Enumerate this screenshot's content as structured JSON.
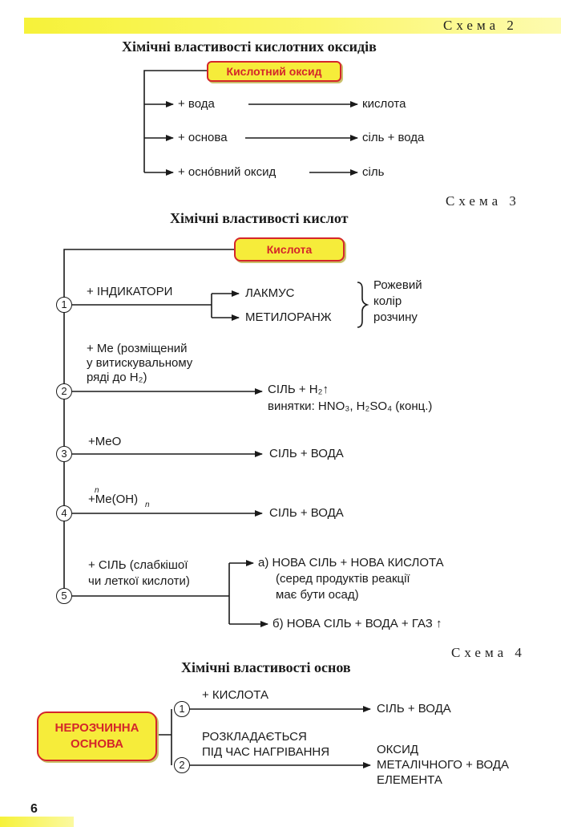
{
  "page_number": "6",
  "schema2": {
    "label": "Схема 2",
    "title": "Хімічні властивості кислотних оксидів",
    "box": "Кислотний оксид",
    "rows": [
      {
        "left": "+ вода",
        "right": "кислота"
      },
      {
        "left": "+ основа",
        "right": "сіль + вода"
      },
      {
        "left": "+ осно́вний оксид",
        "right": "сіль"
      }
    ]
  },
  "schema3": {
    "label": "Схема 3",
    "title": "Хімічні властивості кислот",
    "box": "Кислота",
    "circles": [
      "1",
      "2",
      "3",
      "4",
      "5"
    ],
    "r1": {
      "left": "+ ІНДИКАТОРИ",
      "top": "ЛАКМУС",
      "bottom": "МЕТИЛОРАНЖ",
      "note": [
        "Рожевий",
        "колір",
        "розчину"
      ]
    },
    "r2": {
      "left": [
        "+ Me (розміщений",
        "у витискувальному",
        "ряді до H₂)"
      ],
      "right1": "СІЛЬ + H₂↑",
      "right2": "винятки: HNO₃, H₂SO₄ (конц.)"
    },
    "r3": {
      "left": "+MeO",
      "right": "СІЛЬ + ВОДА"
    },
    "r4": {
      "left_sup": "n",
      "left": "+Me(OH)",
      "left_sub": "n",
      "right": "СІЛЬ + ВОДА"
    },
    "r5": {
      "left": [
        "+ СІЛЬ (слабкішої",
        "чи леткої кислоти)"
      ],
      "a": [
        "а) НОВА СІЛЬ + НОВА КИСЛОТА",
        "(серед продуктів реакції",
        "має бути осад)"
      ],
      "b": "б) НОВА СІЛЬ + ВОДА + ГАЗ ↑"
    }
  },
  "schema4": {
    "label": "Схема 4",
    "title": "Хімічні властивості основ",
    "box": [
      "НЕРОЗЧИННА",
      "ОСНОВА"
    ],
    "circles": [
      "1",
      "2"
    ],
    "r1": {
      "left": "+ КИСЛОТА",
      "right": "СІЛЬ + ВОДА"
    },
    "r2": {
      "left": [
        "РОЗКЛАДАЄТЬСЯ",
        "ПІД ЧАС НАГРІВАННЯ"
      ],
      "right": [
        "ОКСИД",
        "МЕТАЛІЧНОГО + ВОДА",
        "ЕЛЕМЕНТА"
      ]
    }
  }
}
